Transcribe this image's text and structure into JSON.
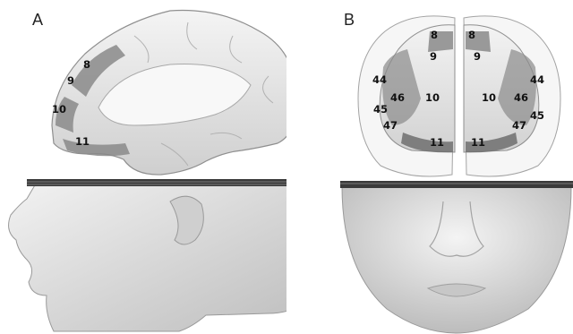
{
  "panels": [
    {
      "letter": "A",
      "view": "lateral",
      "areas": [
        "8",
        "9",
        "10",
        "11"
      ]
    },
    {
      "letter": "B",
      "view": "frontal",
      "areas_left": [
        "8",
        "9",
        "44",
        "46",
        "10",
        "45",
        "47",
        "11"
      ],
      "areas_right": [
        "8",
        "9",
        "10",
        "46",
        "44",
        "45",
        "47",
        "11"
      ]
    }
  ],
  "colors": {
    "background": "#ffffff",
    "surface": "#e6e6e6",
    "highlight": "#8a8a8a",
    "skin": "#dcdcdc"
  }
}
